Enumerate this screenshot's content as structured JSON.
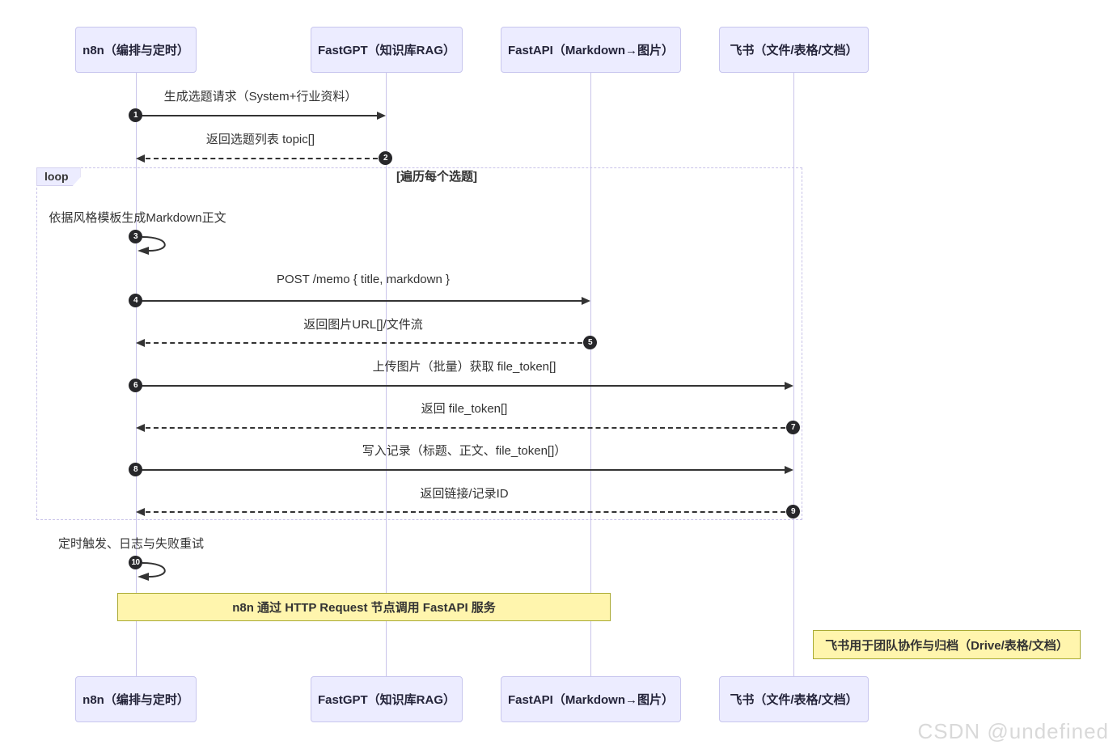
{
  "diagram_type": "sequence-diagram",
  "actors": [
    {
      "label": "n8n（编排与定时）"
    },
    {
      "label": "FastGPT（知识库RAG）"
    },
    {
      "label": "FastAPI（Markdown→图片）"
    },
    {
      "label": "飞书（文件/表格/文档）"
    }
  ],
  "loop": {
    "tag": "loop",
    "condition": "[遍历每个选题]"
  },
  "messages": [
    {
      "seq": "1",
      "text": "生成选题请求（System+行业资料）",
      "from": "n8n（编排与定时）",
      "to": "FastGPT（知识库RAG）",
      "line": "solid"
    },
    {
      "seq": "2",
      "text": "返回选题列表 topic[]",
      "from": "FastGPT（知识库RAG）",
      "to": "n8n（编排与定时）",
      "line": "dashed"
    },
    {
      "seq": "3",
      "text": "依据风格模板生成Markdown正文",
      "from": "n8n（编排与定时）",
      "to": "n8n（编排与定时）",
      "line": "self"
    },
    {
      "seq": "4",
      "text": "POST /memo { title, markdown }",
      "from": "n8n（编排与定时）",
      "to": "FastAPI（Markdown→图片）",
      "line": "solid"
    },
    {
      "seq": "5",
      "text": "返回图片URL[]/文件流",
      "from": "FastAPI（Markdown→图片）",
      "to": "n8n（编排与定时）",
      "line": "dashed"
    },
    {
      "seq": "6",
      "text": "上传图片（批量）获取 file_token[]",
      "from": "n8n（编排与定时）",
      "to": "飞书（文件/表格/文档）",
      "line": "solid"
    },
    {
      "seq": "7",
      "text": "返回 file_token[]",
      "from": "飞书（文件/表格/文档）",
      "to": "n8n（编排与定时）",
      "line": "dashed"
    },
    {
      "seq": "8",
      "text": "写入记录（标题、正文、file_token[]）",
      "from": "n8n（编排与定时）",
      "to": "飞书（文件/表格/文档）",
      "line": "solid"
    },
    {
      "seq": "9",
      "text": "返回链接/记录ID",
      "from": "飞书（文件/表格/文档）",
      "to": "n8n（编排与定时）",
      "line": "dashed"
    },
    {
      "seq": "10",
      "text": "定时触发、日志与失败重试",
      "from": "n8n（编排与定时）",
      "to": "n8n（编排与定时）",
      "line": "self"
    }
  ],
  "notes": [
    {
      "text": "n8n 通过 HTTP Request 节点调用 FastAPI 服务",
      "over": [
        "n8n（编排与定时）",
        "FastAPI（Markdown→图片）"
      ]
    },
    {
      "text": "飞书用于团队协作与归档（Drive/表格/文档）",
      "over": [
        "飞书（文件/表格/文档）"
      ]
    }
  ],
  "watermark": "CSDN @undefined",
  "colors": {
    "actor_fill": "#ECECFF",
    "actor_border": "#c8c6ee",
    "lifeline": "#c9c4ea",
    "loop_border": "#c8c2e8",
    "note_fill": "#fff5ad",
    "note_border": "#aaaa33",
    "message_line": "#333333",
    "sequence_badge": "#27272a",
    "watermark_text": "#d9d9d9"
  }
}
